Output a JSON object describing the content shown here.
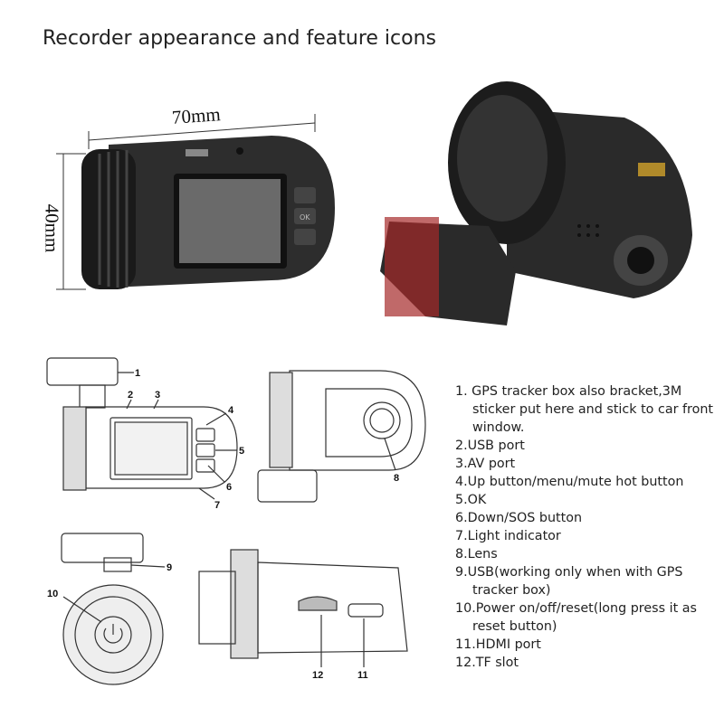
{
  "title": "Recorder appearance and feature icons",
  "dimensions": {
    "width": "70mm",
    "height": "40mm"
  },
  "device_labels": {
    "ok_button": "OK"
  },
  "callouts": [
    "1",
    "2",
    "3",
    "4",
    "5",
    "6",
    "7",
    "8",
    "9",
    "10",
    "11",
    "12"
  ],
  "features": [
    "1. GPS tracker box also bracket,3M sticker put here and stick to car front window.",
    "2.USB port",
    "3.AV port",
    "4.Up button/menu/mute hot button",
    "5.OK",
    "6.Down/SOS button",
    "7.Light indicator",
    "8.Lens",
    "9.USB(working only when with GPS tracker box)",
    "10.Power on/off/reset(long press it as reset button)",
    "11.HDMI port",
    "12.TF slot"
  ]
}
